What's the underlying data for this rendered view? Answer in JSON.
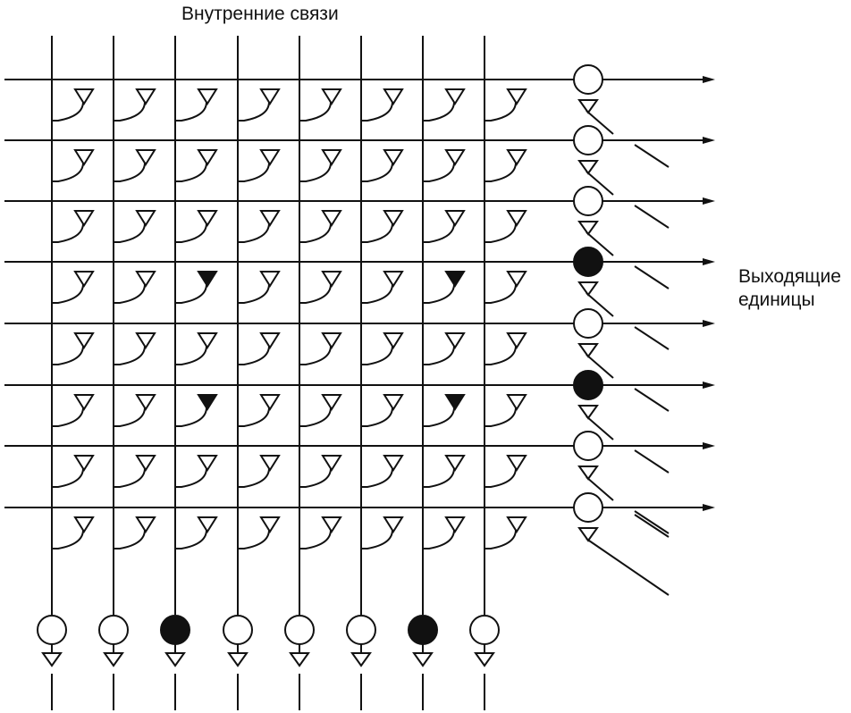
{
  "diagram": {
    "title": "Внутренние связи",
    "output_label": {
      "line1": "Выходящие",
      "line2": "единицы"
    },
    "grid": {
      "rows": 8,
      "cols": 8
    },
    "row_units_active": [
      false,
      false,
      false,
      true,
      false,
      true,
      false,
      false
    ],
    "col_units_active": [
      false,
      false,
      true,
      false,
      false,
      false,
      true,
      false
    ],
    "active_synapses": [
      [
        3,
        2
      ],
      [
        3,
        6
      ],
      [
        5,
        2
      ],
      [
        5,
        6
      ]
    ],
    "colors": {
      "ink": "#111111",
      "background": "#ffffff"
    }
  }
}
